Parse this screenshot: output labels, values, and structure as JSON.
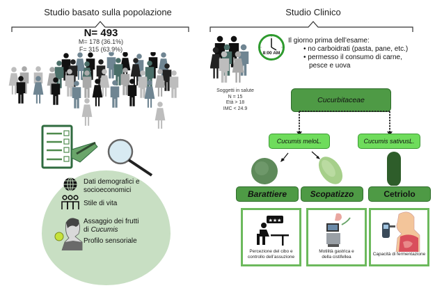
{
  "left": {
    "title": "Studio basato sulla popolazione",
    "n_total": "N= 493",
    "males": "M= 178 (36.1%)",
    "females": "F= 315 (63.9%)",
    "items": [
      {
        "icon": "globe-icon",
        "label_line1": "Dati demografici e",
        "label_line2": "socioeconomici"
      },
      {
        "icon": "group-icon",
        "label_line1": "Stile di vita"
      },
      {
        "icon": "person-tasting-icon",
        "label_line1": "Assaggio dei frutti",
        "label_line2_prefix": "di ",
        "label_line2_italic": "Cucumis"
      },
      {
        "label_line1": "Profilo sensoriale"
      }
    ]
  },
  "right": {
    "title": "Studio Clinico",
    "clock_label": "8:00 AM",
    "instructions_title": "Il giorno prima dell’esame:",
    "bullets": [
      "no carboidrati (pasta, pane, etc.)",
      "permesso il consumo di carne,",
      "pesce e uova"
    ],
    "subjects": {
      "line1": "Soggetti in salute",
      "line2": "N = 15",
      "line3": "Età > 18",
      "line4": "IMC < 24.9"
    },
    "family": "Cucurbitaceae",
    "species": [
      {
        "name": "Cucumis melo",
        "suffix": " L."
      },
      {
        "name": "Cucumis sativus",
        "suffix": " L."
      }
    ],
    "varieties": [
      "Barattiere",
      "Scopatizzo",
      "Cetriolo"
    ],
    "panels": [
      {
        "line1": "Percezione del cibo e",
        "line2": "controllo dell’assuzione"
      },
      {
        "line1": "Motilità gastrica e",
        "line2": "della cistifellea"
      },
      {
        "line1": "Capacità di fermentazione"
      }
    ]
  },
  "colors": {
    "dark_green": "#4e9a45",
    "light_green": "#6fdc5c",
    "circle_green": "#c8dfc3",
    "clock_green": "#2e9a2e"
  }
}
